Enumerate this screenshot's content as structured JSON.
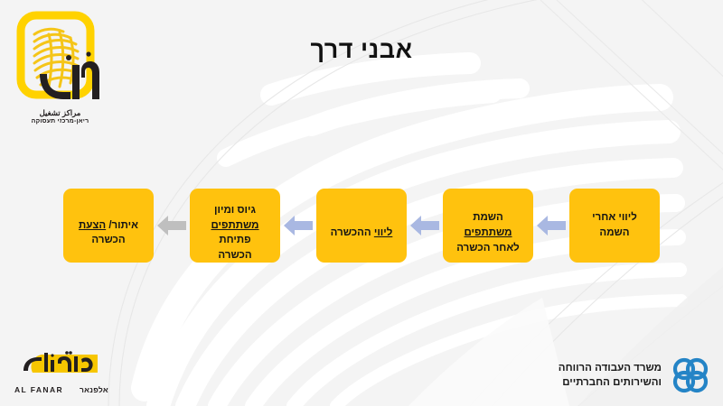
{
  "slide": {
    "title": "אבני דרך",
    "background_color": "#f4f4f4",
    "accent_color": "#FFC20E",
    "arrow_color": "#A9B8E2",
    "arrow_color_alt": "#BFBFBF",
    "ministry_logo_color": "#2484C6"
  },
  "ryan_logo": {
    "name": "ryan-employment-centers-logo",
    "arabic_name": "ريان",
    "subtitle_arabic": "مراكز تشغيل",
    "subtitle_hebrew": "ריאן-מרכזי תעסוקה"
  },
  "flow": {
    "direction": "right-to-left",
    "steps": [
      {
        "id": "step-1-identify",
        "order": 1,
        "lines": [
          "איתור/ הצעת",
          "הכשרה"
        ],
        "text": "איתור/ הצעת\nהכשרה",
        "underlined_word": "הצעת"
      },
      {
        "id": "step-2-recruit",
        "order": 2,
        "lines": [
          "גיוס ומיון",
          "משתתפים",
          "פתיחת",
          "הכשרה"
        ],
        "text": "גיוס ומיון\nמשתתפים\nפתיחת\nהכשרה",
        "underlined_word": "משתתפים"
      },
      {
        "id": "step-3-accompany-training",
        "order": 3,
        "lines": [
          "ליווי ההכשרה"
        ],
        "text": "ליווי ההכשרה",
        "underlined_word": "ליווי"
      },
      {
        "id": "step-4-placement",
        "order": 4,
        "lines": [
          "השמת",
          "משתתפים",
          "לאחר הכשרה"
        ],
        "text": "השמת\nמשתתפים\nלאחר הכשרה",
        "underlined_word": "משתתפים"
      },
      {
        "id": "step-5-post-placement",
        "order": 5,
        "lines": [
          "ליווי אחרי",
          "השמה"
        ],
        "text": "ליווי אחרי\nהשמה",
        "underlined_word": ""
      }
    ],
    "arrows": [
      {
        "id": "arrow-1-to-2",
        "direction": "left",
        "color": "#BFBFBF"
      },
      {
        "id": "arrow-2-to-3",
        "direction": "left",
        "color": "#A9B8E2"
      },
      {
        "id": "arrow-3-to-4",
        "direction": "left",
        "color": "#A9B8E2"
      },
      {
        "id": "arrow-4-to-5",
        "direction": "left",
        "color": "#A9B8E2"
      }
    ]
  },
  "alfanar_logo": {
    "name": "al-fanar-logo",
    "arabic": "الفنار",
    "english": "AL FANAR",
    "hebrew": "אלפנאר"
  },
  "ministry_logo": {
    "name": "ministry-of-labor-welfare-social-services",
    "line1": "משרד העבודה הרווחה",
    "line2": "והשירותים החברתיים",
    "text": "משרד העבודה הרווחה\nוהשירותים החברתיים"
  }
}
